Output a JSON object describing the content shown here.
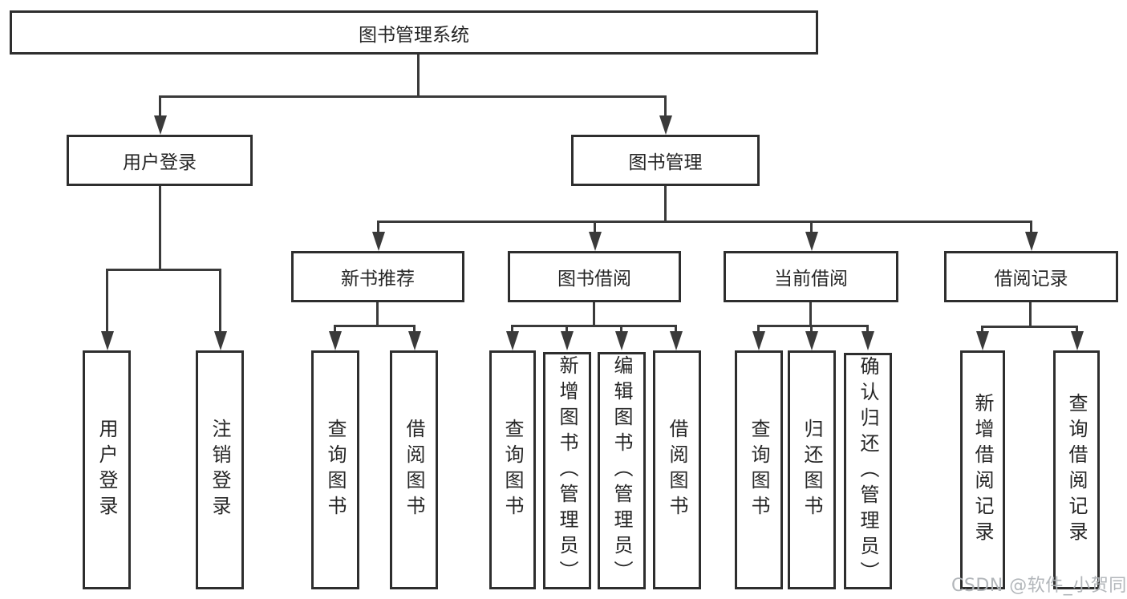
{
  "diagram_title": "图书管理系统",
  "labels": {
    "root": "图书管理系统",
    "user_login": "用户登录",
    "book_mgmt": "图书管理",
    "new_books": "新书推荐",
    "book_borrow": "图书借阅",
    "current_borrow": "当前借阅",
    "borrow_records": "借阅记录",
    "leaf_user_login": "用户登录",
    "leaf_logout": "注销登录",
    "leaf_nb_query": "查询图书",
    "leaf_nb_borrow": "借阅图书",
    "leaf_bb_query": "查询图书",
    "leaf_bb_add": "新增图书（管理员）",
    "leaf_bb_edit": "编辑图书（管理员）",
    "leaf_bb_borrow": "借阅图书",
    "leaf_cb_query": "查询图书",
    "leaf_cb_return": "归还图书",
    "leaf_cb_confirm": "确认归还（管理员）",
    "leaf_br_add": "新增借阅记录",
    "leaf_br_query": "查询借阅记录"
  },
  "hierarchy": {
    "root": "图书管理系统",
    "children": [
      {
        "label": "用户登录",
        "children": [
          "用户登录",
          "注销登录"
        ]
      },
      {
        "label": "图书管理",
        "children": [
          {
            "label": "新书推荐",
            "children": [
              "查询图书",
              "借阅图书"
            ]
          },
          {
            "label": "图书借阅",
            "children": [
              "查询图书",
              "新增图书（管理员）",
              "编辑图书（管理员）",
              "借阅图书"
            ]
          },
          {
            "label": "当前借阅",
            "children": [
              "查询图书",
              "归还图书",
              "确认归还（管理员）"
            ]
          },
          {
            "label": "借阅记录",
            "children": [
              "新增借阅记录",
              "查询借阅记录"
            ]
          }
        ]
      }
    ]
  },
  "watermark": "CSDN @软件_小贺同学",
  "colors": {
    "background": "#ffffff",
    "box_border": "#2e2e2e",
    "connector_line": "#3a3a3a",
    "text": "#262626",
    "watermark_text": "#aeb2b6"
  }
}
